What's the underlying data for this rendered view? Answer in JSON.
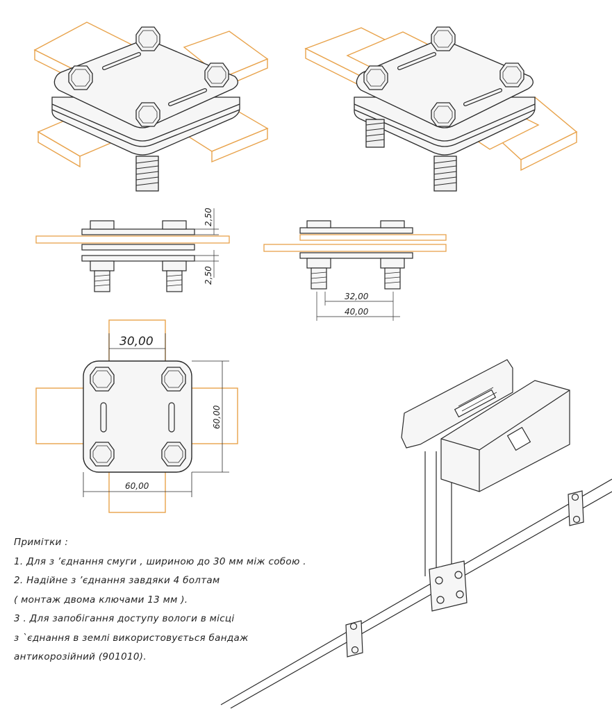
{
  "dimensions": {
    "plate_gap_top": "2,50",
    "plate_gap_bottom": "2,50",
    "bolt_spacing": "32,00",
    "plate_width_side": "40,00",
    "strip_width": "30,00",
    "plate_height": "60,00",
    "plate_width": "60,00"
  },
  "notes": {
    "heading": "Примітки :",
    "line1": "1.  Для з ’єднання смуги , шириною до  30 мм  між собою .",
    "line2": "2.  Надійне з ’єднання завдяки  4  болтам",
    "line3": "( монтаж двома ключами  13 мм ).",
    "line4": "3 .  Для запобігання доступу вологи в місці",
    "line5": "з `єднання в землі використовується бандаж",
    "line6": "антикорозійний  (901010)."
  },
  "colors": {
    "strip": "#e8a24a",
    "line": "#2a2a2a",
    "plate_fill": "#f6f6f6"
  }
}
